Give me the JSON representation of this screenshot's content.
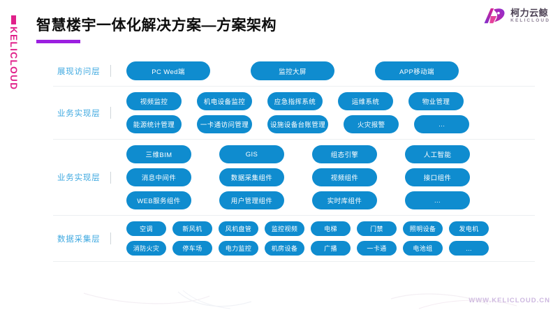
{
  "brand": {
    "rail_text": "KELICLOUD",
    "rail_color": "#e0218a",
    "logo_cn": "柯力云鲸",
    "logo_en": "KELICLOUD",
    "logo_icon": "whale-logo-icon"
  },
  "header": {
    "title": "智慧楼宇一体化解决方案—方案架构",
    "underline_color": "#9b1fe0"
  },
  "footer": {
    "url": "WWW.KELICLOUD.CN"
  },
  "theme": {
    "pill_blue": "#0f8ccf",
    "label_blue": "#3fa9e0",
    "divider": "#eceff1"
  },
  "diagram": {
    "layers": [
      {
        "label": "展现访问层",
        "rows": [
          [
            "PC Wed端",
            "监控大屏",
            "APP移动端"
          ]
        ]
      },
      {
        "label": "业务实现层",
        "rows": [
          [
            "视频监控",
            "机电设备监控",
            "应急指挥系统",
            "运维系统",
            "物业管理"
          ],
          [
            "能源统计管理",
            "一卡通访问管理",
            "设施设备台账管理",
            "火灾报警",
            "..."
          ]
        ]
      },
      {
        "label": "业务实现层",
        "rows": [
          [
            "三维BIM",
            "GIS",
            "组态引擎",
            "人工智能"
          ],
          [
            "消息中间件",
            "数据采集组件",
            "视频组件",
            "接口组件"
          ],
          [
            "WEB服务组件",
            "用户管理组件",
            "实时库组件",
            "..."
          ]
        ]
      },
      {
        "label": "数据采集层",
        "rows": [
          [
            "空调",
            "新风机",
            "风机盘管",
            "监控视频",
            "电梯",
            "门禁",
            "照明设备",
            "发电机"
          ],
          [
            "消防火灾",
            "停车场",
            "电力监控",
            "机房设备",
            "广播",
            "一卡通",
            "电池组",
            "..."
          ]
        ]
      }
    ]
  }
}
